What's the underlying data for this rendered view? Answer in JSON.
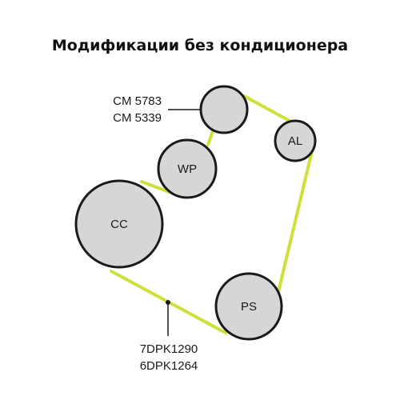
{
  "title": "Модификации без кондиционера",
  "colors": {
    "belt": "#cfe03a",
    "pulley_fill": "#d6d6d8",
    "pulley_stroke": "#1a1a1a",
    "leader": "#1a1a1a"
  },
  "pulleys": {
    "idler": {
      "label": ""
    },
    "al": {
      "label": "AL"
    },
    "wp": {
      "label": "WP"
    },
    "cc": {
      "label": "CC"
    },
    "ps": {
      "label": "PS"
    }
  },
  "idler_part_numbers": [
    "CM 5783",
    "CM 5339"
  ],
  "belt_part_numbers": [
    "7DPK1290",
    "6DPK1264"
  ]
}
